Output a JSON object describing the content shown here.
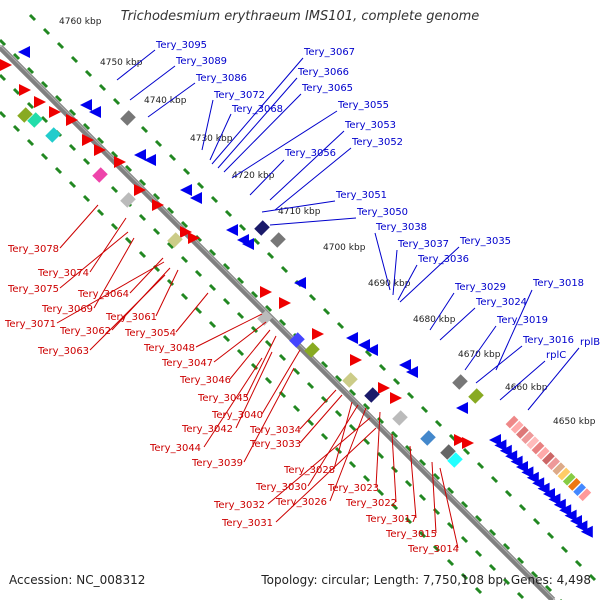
{
  "title": "Trichodesmium erythraeum IMS101, complete genome",
  "accession_text": "Accession: NC_008312",
  "summary_text": "Topology: circular; Length: 7,750,108 bp; Genes: 4,498",
  "colors": {
    "forward": "#ee0000",
    "reverse": "#0000ee",
    "backbone": "#808080",
    "tick": "#228822",
    "label_red": "#cc0000",
    "label_blue": "#0000cc"
  },
  "scale_labels": [
    "4760 kbp",
    "4750 kbp",
    "4740 kbp",
    "4730 kbp",
    "4720 kbp",
    "4710 kbp",
    "4700 kbp",
    "4690 kbp",
    "4680 kbp",
    "4670 kbp",
    "4660 kbp",
    "4650 kbp"
  ],
  "blue_labels": [
    "Tery_3095",
    "Tery_3089",
    "Tery_3086",
    "Tery_3072",
    "Tery_3068",
    "Tery_3067",
    "Tery_3066",
    "Tery_3065",
    "Tery_3055",
    "Tery_3053",
    "Tery_3052",
    "Tery_3056",
    "Tery_3051",
    "Tery_3050",
    "Tery_3038",
    "Tery_3037",
    "Tery_3036",
    "Tery_3035",
    "Tery_3029",
    "Tery_3024",
    "Tery_3018",
    "Tery_3019",
    "Tery_3016",
    "rplC",
    "rplB"
  ],
  "red_labels": [
    "Tery_3078",
    "Tery_3074",
    "Tery_3075",
    "Tery_3069",
    "Tery_3064",
    "Tery_3071",
    "Tery_3062",
    "Tery_3061",
    "Tery_3063",
    "Tery_3054",
    "Tery_3048",
    "Tery_3047",
    "Tery_3046",
    "Tery_3045",
    "Tery_3040",
    "Tery_3042",
    "Tery_3044",
    "Tery_3034",
    "Tery_3033",
    "Tery_3039",
    "Tery_3028",
    "Tery_3030",
    "Tery_3026",
    "Tery_3023",
    "Tery_3032",
    "Tery_3022",
    "Tery_3031",
    "Tery_3017",
    "Tery_3015",
    "Tery_3014"
  ]
}
